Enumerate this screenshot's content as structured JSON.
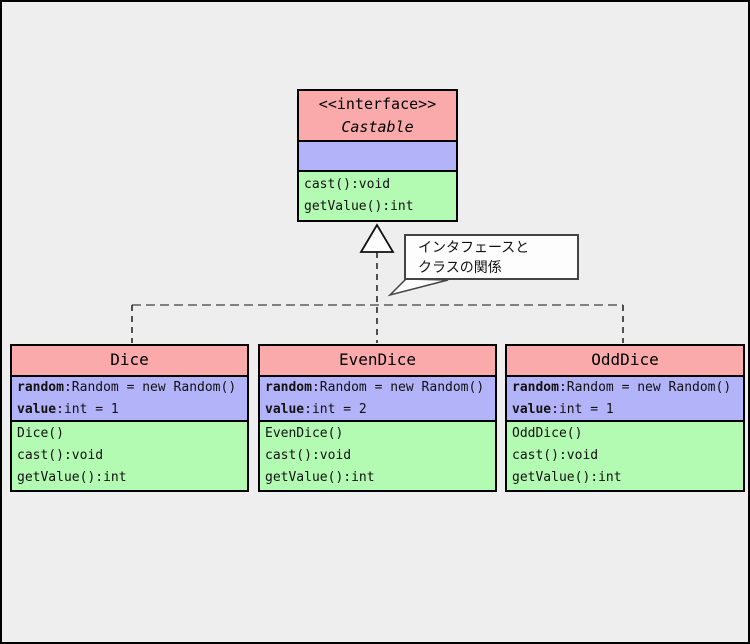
{
  "diagram": {
    "type": "uml-class-diagram",
    "background_color": "#EEEEEE",
    "colors": {
      "name_compartment": "#FAAAAA",
      "attribute_compartment": "#B3B3FA",
      "method_compartment": "#B3FAB3",
      "box_border": "#000000",
      "dashed_bus": "#808080",
      "dashed_drop": "#2A2A2A",
      "note_border": "#444444",
      "note_fill": "#FDFDFD"
    },
    "interface": {
      "stereotype": "<<interface>>",
      "name": "Castable",
      "methods": [
        "cast():void",
        "getValue():int"
      ]
    },
    "classes": [
      {
        "name": "Dice",
        "attributes": [
          {
            "name": "random",
            "rest": ":Random = new Random()"
          },
          {
            "name": "value",
            "rest": ":int = 1"
          }
        ],
        "methods": [
          "Dice()",
          "cast():void",
          "getValue():int"
        ]
      },
      {
        "name": "EvenDice",
        "attributes": [
          {
            "name": "random",
            "rest": ":Random = new Random()"
          },
          {
            "name": "value",
            "rest": ":int = 2"
          }
        ],
        "methods": [
          "EvenDice()",
          "cast():void",
          "getValue():int"
        ]
      },
      {
        "name": "OddDice",
        "attributes": [
          {
            "name": "random",
            "rest": ":Random = new Random()"
          },
          {
            "name": "value",
            "rest": ":int = 1"
          }
        ],
        "methods": [
          "OddDice()",
          "cast():void",
          "getValue():int"
        ]
      }
    ],
    "note": {
      "line1": "インタフェースと",
      "line2": "クラスの関係"
    },
    "relationship": "realization"
  }
}
